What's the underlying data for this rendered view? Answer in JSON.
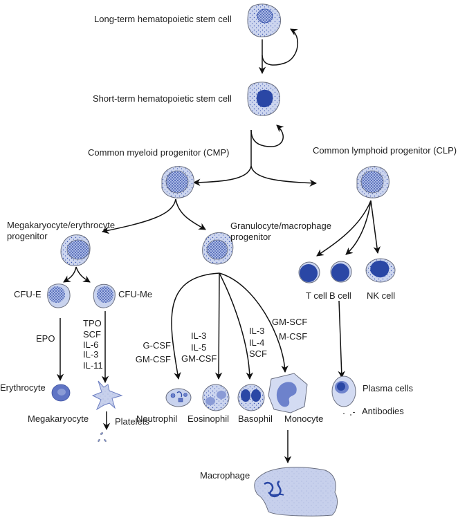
{
  "diagram": {
    "title": "Hematopoiesis lineage tree",
    "colors": {
      "cytoplasm": "#c9d3ee",
      "cytoplasm_light": "#dbe2f5",
      "nucleus": "#2a47a5",
      "nucleus_light": "#5f74c4",
      "membrane": "#6a6f80",
      "arrow": "#111111"
    },
    "cells": {
      "lt_hsc": {
        "label": "Long-term hematopoietic stem cell"
      },
      "st_hsc": {
        "label": "Short-term hematopoietic stem cell"
      },
      "cmp": {
        "label": "Common myeloid progenitor (CMP)"
      },
      "clp": {
        "label": "Common lymphoid progenitor (CLP)"
      },
      "mep": {
        "label_lines": [
          "Megakaryocyte/erythrocyte",
          "progenitor"
        ]
      },
      "gmp": {
        "label_lines": [
          "Granulocyte/macrophage",
          "progenitor"
        ]
      },
      "cfu_e": {
        "label": "CFU-E"
      },
      "cfu_me": {
        "label": "CFU-Me"
      },
      "erythrocyte": {
        "label": "Erythrocyte"
      },
      "megakaryocyte": {
        "label": "Megakaryocyte"
      },
      "platelets": {
        "label": "Platelets"
      },
      "neutrophil": {
        "label": "Neutrophil"
      },
      "eosinophil": {
        "label": "Eosinophil"
      },
      "basophil": {
        "label": "Basophil"
      },
      "monocyte": {
        "label": "Monocyte"
      },
      "macrophage": {
        "label": "Macrophage"
      },
      "t_cell": {
        "label": "T cell"
      },
      "b_cell": {
        "label": "B cell"
      },
      "nk_cell": {
        "label": "NK cell"
      },
      "plasma_cells": {
        "label": "Plasma cells"
      },
      "antibodies": {
        "label": "Antibodies"
      }
    },
    "factors": {
      "erythrocyte": [
        "EPO"
      ],
      "megakaryocyte": [
        "TPO",
        "SCF",
        "IL-6",
        "IL-3",
        "IL-11"
      ],
      "neutrophil": [
        "G-CSF",
        "GM-CSF"
      ],
      "eosinophil": [
        "IL-3",
        "IL-5",
        "GM-CSF"
      ],
      "basophil": [
        "IL-3",
        "IL-4",
        "SCF"
      ],
      "monocyte": [
        "GM-SCF",
        "M-CSF"
      ]
    }
  }
}
